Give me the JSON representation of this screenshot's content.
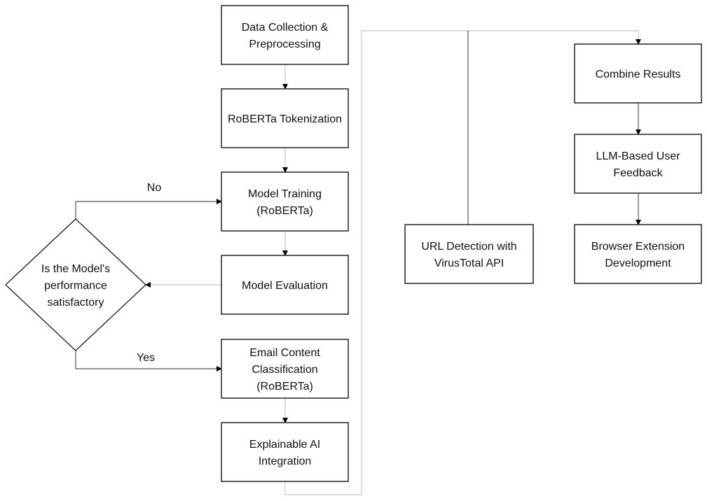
{
  "diagram": {
    "type": "flowchart",
    "nodes": [
      {
        "id": "data-collection",
        "shape": "rect",
        "lines": [
          "Data Collection &",
          "Preprocessing"
        ]
      },
      {
        "id": "tokenization",
        "shape": "rect",
        "lines": [
          "RoBERTa Tokenization"
        ]
      },
      {
        "id": "model-training",
        "shape": "rect",
        "lines": [
          "Model Training",
          "(RoBERTa)"
        ]
      },
      {
        "id": "model-evaluation",
        "shape": "rect",
        "lines": [
          "Model Evaluation"
        ]
      },
      {
        "id": "email-classification",
        "shape": "rect",
        "lines": [
          "Email Content",
          "Classification",
          "(RoBERTa)"
        ]
      },
      {
        "id": "explainable-ai",
        "shape": "rect",
        "lines": [
          "Explainable AI",
          "Integration"
        ]
      },
      {
        "id": "performance-decision",
        "shape": "diamond",
        "lines": [
          "Is the Model's",
          "performance",
          "satisfactory"
        ]
      },
      {
        "id": "url-detection",
        "shape": "rect",
        "lines": [
          "URL Detection with",
          "VirusTotal API"
        ]
      },
      {
        "id": "combine-results",
        "shape": "rect",
        "lines": [
          "Combine Results"
        ]
      },
      {
        "id": "llm-feedback",
        "shape": "rect",
        "lines": [
          "LLM-Based User",
          "Feedback"
        ]
      },
      {
        "id": "browser-extension",
        "shape": "rect",
        "lines": [
          "Browser Extension",
          "Development"
        ]
      }
    ],
    "edges": [
      {
        "from": "data-collection",
        "to": "tokenization",
        "label": ""
      },
      {
        "from": "tokenization",
        "to": "model-training",
        "label": ""
      },
      {
        "from": "model-training",
        "to": "model-evaluation",
        "label": ""
      },
      {
        "from": "model-evaluation",
        "to": "performance-decision",
        "label": ""
      },
      {
        "from": "performance-decision",
        "to": "model-training",
        "label": "No"
      },
      {
        "from": "performance-decision",
        "to": "email-classification",
        "label": "Yes"
      },
      {
        "from": "email-classification",
        "to": "explainable-ai",
        "label": ""
      },
      {
        "from": "explainable-ai",
        "to": "combine-results",
        "label": ""
      },
      {
        "from": "url-detection",
        "to": "combine-results",
        "label": ""
      },
      {
        "from": "combine-results",
        "to": "llm-feedback",
        "label": ""
      },
      {
        "from": "llm-feedback",
        "to": "browser-extension",
        "label": ""
      }
    ]
  },
  "colors": {
    "box_stroke": "#000000",
    "connector": "#c8c8c8",
    "connector_dark": "#555555",
    "text": "#111111"
  }
}
